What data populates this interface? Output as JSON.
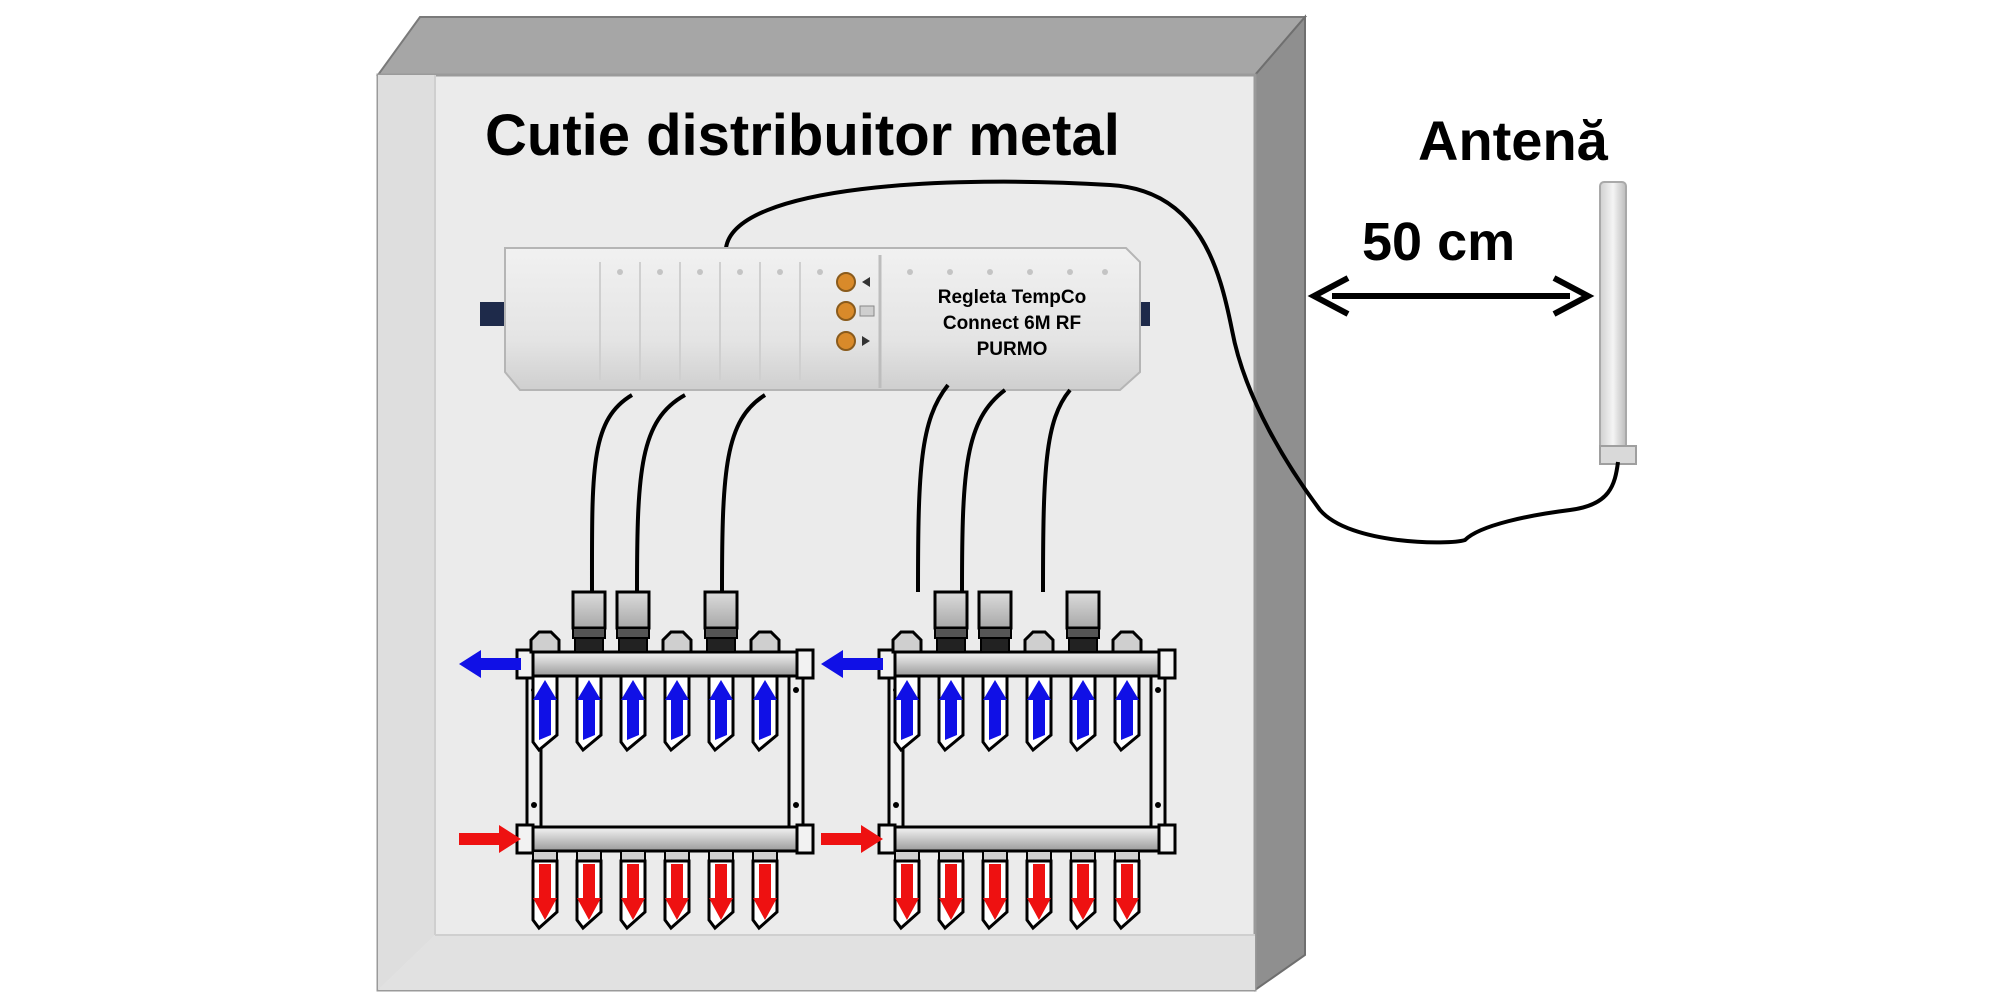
{
  "box_title": "Cutie distribuitor metal",
  "antenna_label": "Antenă",
  "distance_label": "50 cm",
  "controller": {
    "label_lines": [
      "Regleta TempCo",
      "Connect 6M RF",
      "PURMO"
    ],
    "button_icons": [
      "left-arrow-icon",
      "ok-icon",
      "right-arrow-icon"
    ]
  },
  "manifolds": [
    {
      "name": "manifold-left",
      "outlets": 6,
      "actuated_outlets": [
        1,
        2,
        4
      ]
    },
    {
      "name": "manifold-right",
      "outlets": 6,
      "actuated_outlets": [
        1,
        2,
        4
      ]
    }
  ],
  "colors": {
    "box_face": "#ebebeb",
    "box_top": "#a6a6a6",
    "box_side": "#8f8f8f",
    "flow_return": "#1010e6",
    "flow_supply": "#ee1111",
    "cable": "#000000"
  }
}
